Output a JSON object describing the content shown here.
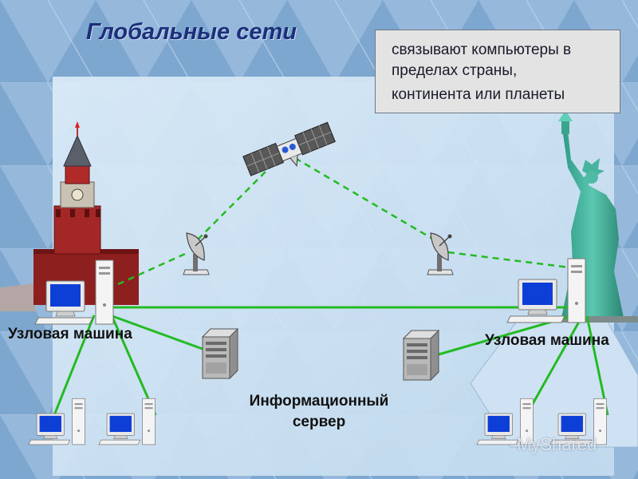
{
  "title": "Глобальные сети",
  "note": {
    "line1": "связывают компьютеры в",
    "line2": "пределах страны,",
    "line3": "континента или планеты"
  },
  "labels": {
    "node_left": "Узловая машина",
    "node_right": "Узловая машина",
    "server_line1": "Информационный",
    "server_line2": "сервер"
  },
  "watermark": "MyShared",
  "icons": [
    "kremlin-tower-icon",
    "statue-of-liberty-icon",
    "satellite-icon",
    "satellite-dish-icon",
    "computer-icon",
    "server-icon"
  ],
  "colors": {
    "link_green": "#22bb22",
    "wireless_green": "#22bb22",
    "title_blue": "#1b2f7a",
    "panel": "#d3e6f5"
  }
}
